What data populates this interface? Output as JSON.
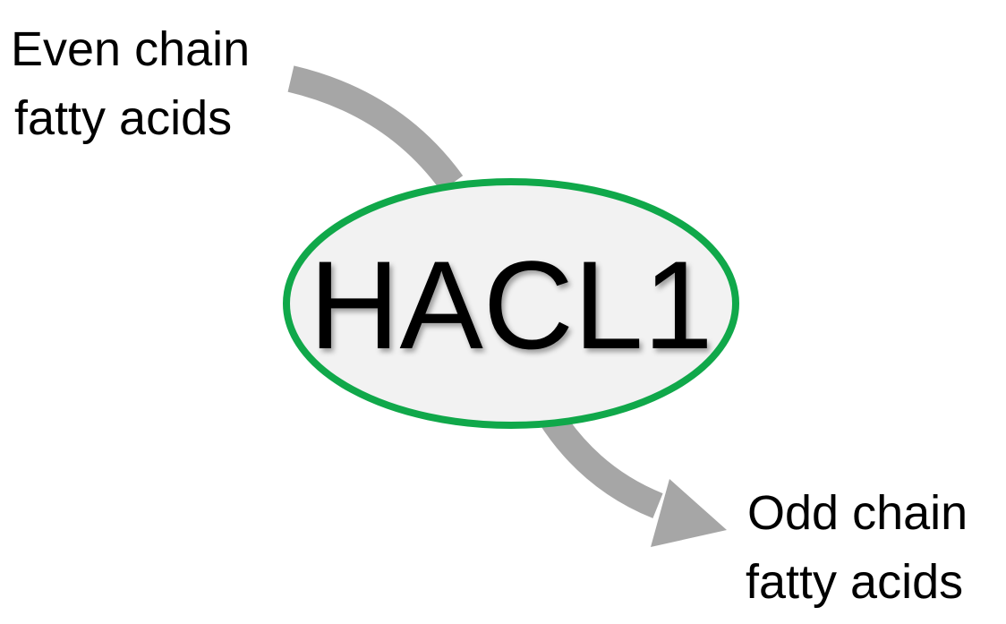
{
  "input": {
    "line1": "Even chain",
    "line2": "fatty acids"
  },
  "output": {
    "line1": "Odd chain",
    "line2": "fatty acids"
  },
  "enzyme": {
    "name": "HACL1"
  },
  "colors": {
    "arrow": "#a6a6a6",
    "ellipse_fill": "#f2f2f2",
    "ellipse_stroke": "#10a84a",
    "text": "#000000"
  }
}
